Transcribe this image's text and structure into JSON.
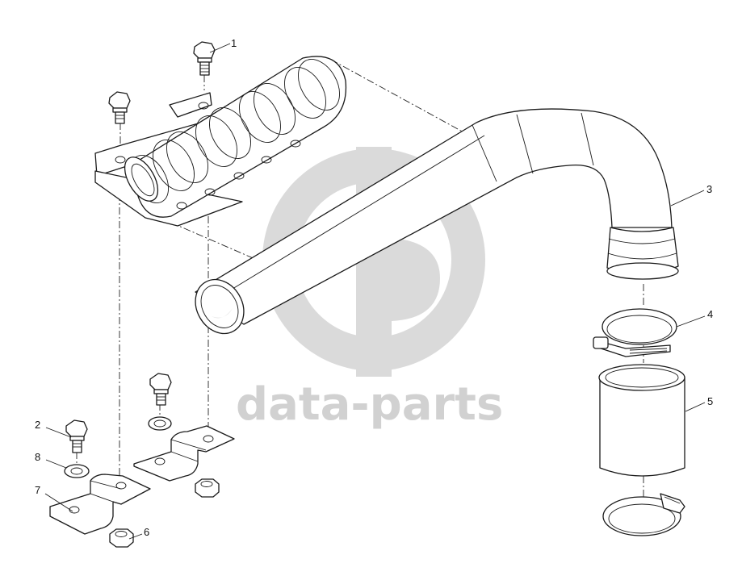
{
  "watermark": {
    "text": "data-parts",
    "color": "#c4c4c4"
  },
  "callouts": [
    {
      "id": "1",
      "part": "bolt"
    },
    {
      "id": "2",
      "part": "bolt"
    },
    {
      "id": "3",
      "part": "intake-pipe"
    },
    {
      "id": "4",
      "part": "hose-clamp"
    },
    {
      "id": "5",
      "part": "rubber-sleeve"
    },
    {
      "id": "6",
      "part": "nut"
    },
    {
      "id": "7",
      "part": "bracket"
    },
    {
      "id": "8",
      "part": "washer"
    }
  ],
  "colors": {
    "line": "#1a1a1a",
    "background": "#ffffff"
  }
}
